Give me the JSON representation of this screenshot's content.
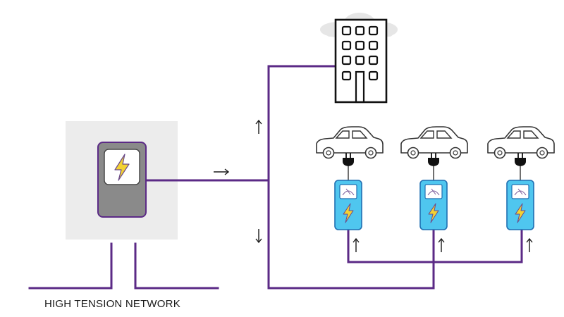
{
  "labels": {
    "network": "HIGH TENSION NETWORK"
  },
  "icons": {
    "transformer": "lightning-bolt-icon",
    "building": "office-building-icon",
    "car": "car-icon",
    "plug": "ev-plug-icon",
    "charger": "ev-charging-station-icon",
    "gauge": "meter-gauge-icon",
    "flow": "arrow-icon"
  },
  "colors": {
    "line": "#5b2a86",
    "transformer_panel": "#ececec",
    "transformer_box": "#8a8a8a",
    "charger_fill": "#4fc6ef",
    "charger_border": "#1f6fb2",
    "bolt": "#f3d233",
    "outline": "#1a1a1a"
  },
  "chargers": [
    {
      "id": "charger-1"
    },
    {
      "id": "charger-2"
    },
    {
      "id": "charger-3"
    }
  ]
}
